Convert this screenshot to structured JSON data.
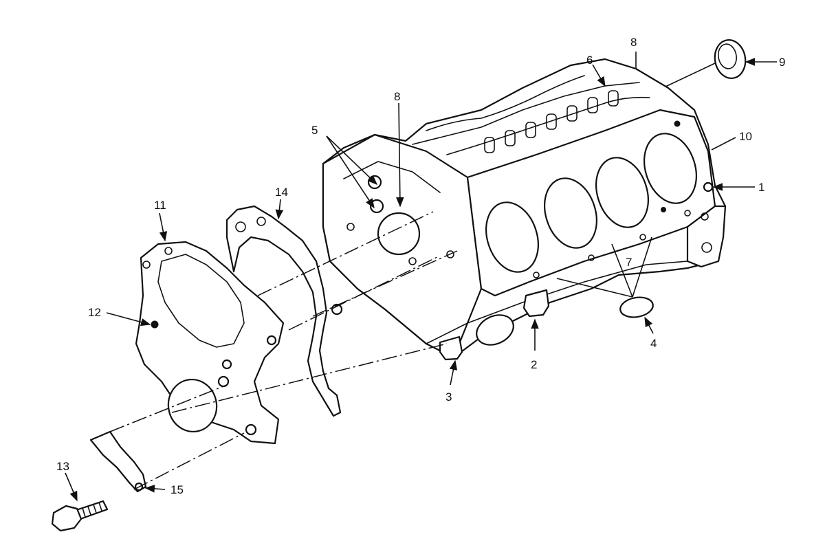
{
  "callouts": [
    {
      "id": "c1",
      "text": "1"
    },
    {
      "id": "c2",
      "text": "2"
    },
    {
      "id": "c3",
      "text": "3"
    },
    {
      "id": "c4",
      "text": "4"
    },
    {
      "id": "c5",
      "text": "5"
    },
    {
      "id": "c6",
      "text": "6"
    },
    {
      "id": "c7",
      "text": "7"
    },
    {
      "id": "c8a",
      "text": "8"
    },
    {
      "id": "c8b",
      "text": "8"
    },
    {
      "id": "c9",
      "text": "9"
    },
    {
      "id": "c10",
      "text": "10"
    },
    {
      "id": "c11",
      "text": "11"
    },
    {
      "id": "c12",
      "text": "12"
    },
    {
      "id": "c13",
      "text": "13"
    },
    {
      "id": "c14",
      "text": "14"
    },
    {
      "id": "c15",
      "text": "15"
    }
  ]
}
